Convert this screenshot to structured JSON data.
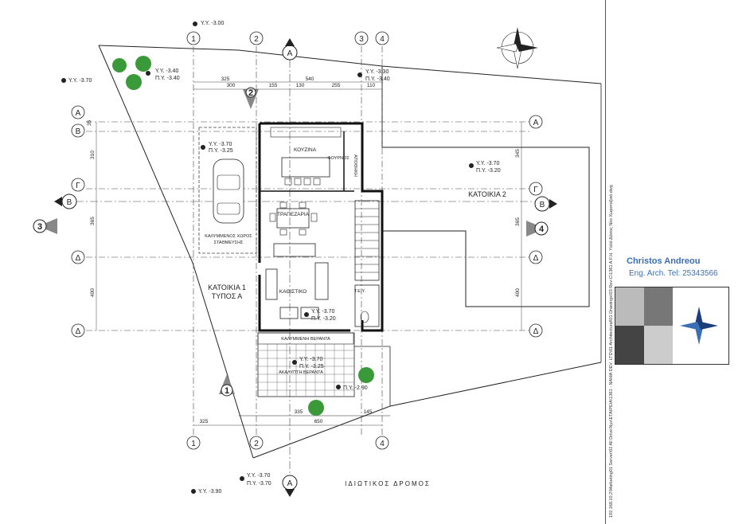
{
  "levels": {
    "top_vy": "Υ.Υ. -3.00",
    "vy_340": "Υ.Υ. -3.40",
    "py_340": "Π.Υ. -3.40",
    "vy_330": "Υ.Υ. -3.30",
    "py_340b": "Π.Υ. -3.40",
    "left_vy": "Υ.Υ. -3.70",
    "park_vy": "Υ.Υ. -3.70",
    "park_py": "Π.Υ. -3.25",
    "h2_vy": "Υ.Υ. -3.70",
    "h2_py": "Π.Υ. -3.20",
    "living_vy": "Υ.Υ. -3.70",
    "living_py": "Π.Υ. -3.20",
    "veranda_vy": "Υ.Υ. -3.70",
    "veranda_py": "Π.Υ. -3.25",
    "garden_py": "Π.Υ. -2.90",
    "bottom_vy": "Υ.Υ. -3.90",
    "road_vy": "Υ.Υ. -3.70",
    "road_py": "Π.Υ. -3.70"
  },
  "grid": {
    "col1": "1",
    "col2": "2",
    "col3": "3",
    "col4": "4",
    "rowA": "Α",
    "rowB": "Β",
    "rowG": "Γ",
    "rowD": "Δ"
  },
  "sections": {
    "a": "A",
    "b": "B",
    "s1": "1",
    "s2": "2",
    "s3": "3",
    "s4": "4"
  },
  "dims": {
    "d325": "325",
    "d300": "300",
    "d155": "155",
    "d130": "130",
    "d540": "540",
    "d255": "255",
    "d110": "110",
    "v310": "310",
    "v365": "365",
    "v400": "400",
    "v35": "35",
    "r345": "345",
    "r365": "365",
    "r400": "400",
    "b325": "325",
    "b335": "335",
    "b650": "650",
    "b145": "145"
  },
  "rooms": {
    "kitchen": "ΚΟΥΖΙΝΑ",
    "storage": "ΑΠΟΘΗΚΗ",
    "oven": "ΦΟΥΡΝΟΣ",
    "dining": "ΤΡΑΠΕΖΑΡΙΑ",
    "parking_1": "ΚΑΛΥΜΜΕΝΟΣ ΧΩΡΟΣ",
    "parking_2": "ΣΤΑΘΜΕΥΣΗΣ",
    "living": "ΚΑΘΙΣΤΙΚΟ",
    "wc": "Τ.Ε.Υ.",
    "house1_a": "ΚΑΤΟΙΚΙΑ 1",
    "house1_b": "ΤΥΠΟΣ Α",
    "house2": "ΚΑΤΟΙΚΙΑ 2",
    "covered_veranda": "ΚΑΛΥΜΜΕΝΗ ΒΕΡΑΝΤΑ",
    "open_veranda": "ΑΚΑΛΥΠΤΗ ΒΕΡΑΝΤΑ",
    "road": "ΙΔΙΩΤΙΚΟΣ ΔΡΟΜΟΣ"
  },
  "titleblock": {
    "name": "Christos Andreou",
    "role": "Eng. Arch. Tel: 25343566",
    "path": "192.168.10.2\\Marketing01 Server\\02 All Drive\\Nyx\\ΕΤΑΙΡΕΙΑ\\1361 - NAMA DEV. LTD\\01 Architectural\\01 Drawings\\03 Rev-C\\1361 A.F.H. Yαλό Δάσος Νέο Χωροταξικό.dwg"
  },
  "colors": {
    "line": "#222222",
    "grid": "#444444",
    "blue": "#3a6fb5",
    "green": "#3a9a3a"
  }
}
